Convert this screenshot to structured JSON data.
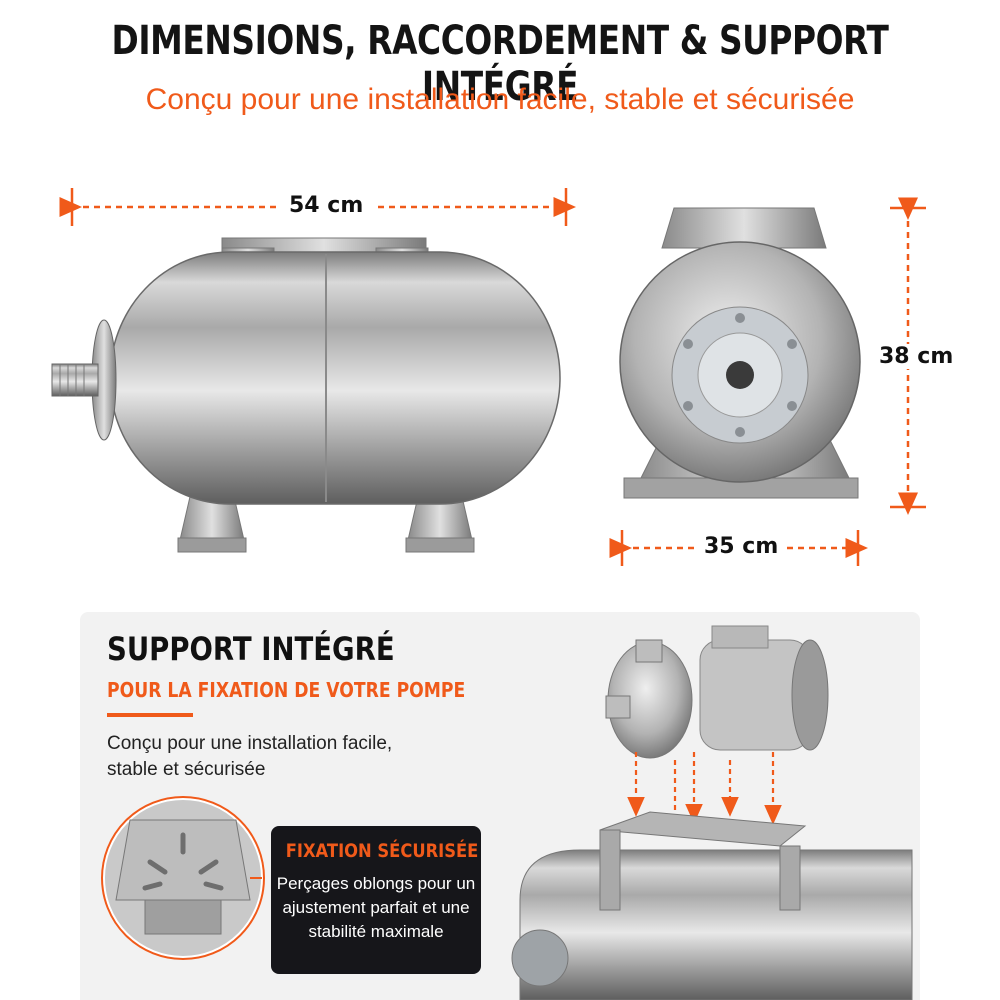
{
  "header": {
    "title": "DIMENSIONS, RACCORDEMENT & SUPPORT INTÉGRÉ",
    "subtitle": "Conçu pour une installation facile, stable et sécurisée"
  },
  "dimensions": {
    "length": "54 cm",
    "height": "38 cm",
    "width": "35 cm"
  },
  "feature_panel": {
    "title": "SUPPORT INTÉGRÉ",
    "subtitle": "POUR LA FIXATION DE VOTRE POMPE",
    "description": "Conçu pour une installation facile, stable et sécurisée"
  },
  "callout": {
    "title": "FIXATION SÉCURISÉE",
    "text": "Perçages oblongs pour un ajustement parfait et une stabilité maximale"
  },
  "colors": {
    "accent": "#f05a1a",
    "text": "#141414",
    "panel": "#f2f2f2",
    "callout_bg": "#16161a"
  },
  "icons": [
    "tank-side-view",
    "tank-front-view",
    "bracket-detail",
    "pump-mount-diagram"
  ]
}
